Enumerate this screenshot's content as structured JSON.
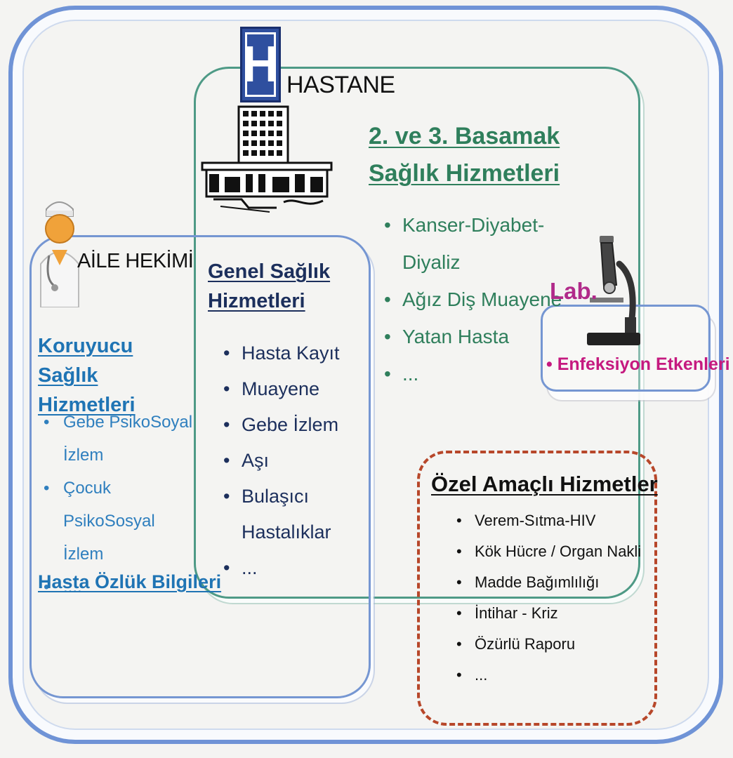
{
  "hospital": {
    "sign_letter": "H",
    "title": "HASTANE",
    "heading": "2. ve 3. Basamak Sağlık Hizmetleri",
    "items": [
      "Kanser-Diyabet-Diyaliz",
      "Ağız Diş Muayene",
      "Yatan Hasta",
      "..."
    ]
  },
  "family_doctor": {
    "title": "AİLE HEKİMİ",
    "preventive_heading": "Koruyucu Sağlık Hizmetleri",
    "preventive_items": [
      "Gebe PsikoSoyal İzlem",
      "Çocuk PsikoSosyal İzlem",
      "...."
    ],
    "patient_info": "Hasta Özlük Bilgileri"
  },
  "general": {
    "heading": "Genel Sağlık Hizmetleri",
    "items": [
      "Hasta Kayıt",
      "Muayene",
      "Gebe İzlem",
      "Aşı",
      "Bulaşıcı Hastalıklar",
      "..."
    ]
  },
  "lab": {
    "label": "Lab.",
    "item": "• Enfeksiyon Etkenleri"
  },
  "special": {
    "heading": "Özel Amaçlı Hizmetler",
    "items": [
      "Verem-Sıtma-HIV",
      "Kök Hücre / Organ Nakli",
      "Madde Bağımlılığı",
      "İntihar - Kriz",
      "Özürlü Raporu",
      "..."
    ]
  },
  "colors": {
    "outer_frame": "#6f93d6",
    "hospital_frame": "#4e9a86",
    "special_frame": "#b7472a",
    "preventive_text": "#1f74b4",
    "general_text": "#1c2f5c",
    "hospital_text": "#2f7f5c",
    "lab_text": "#c5197f"
  },
  "icons": [
    "hospital-sign-icon",
    "hospital-building-icon",
    "doctor-icon",
    "microscope-icon"
  ]
}
